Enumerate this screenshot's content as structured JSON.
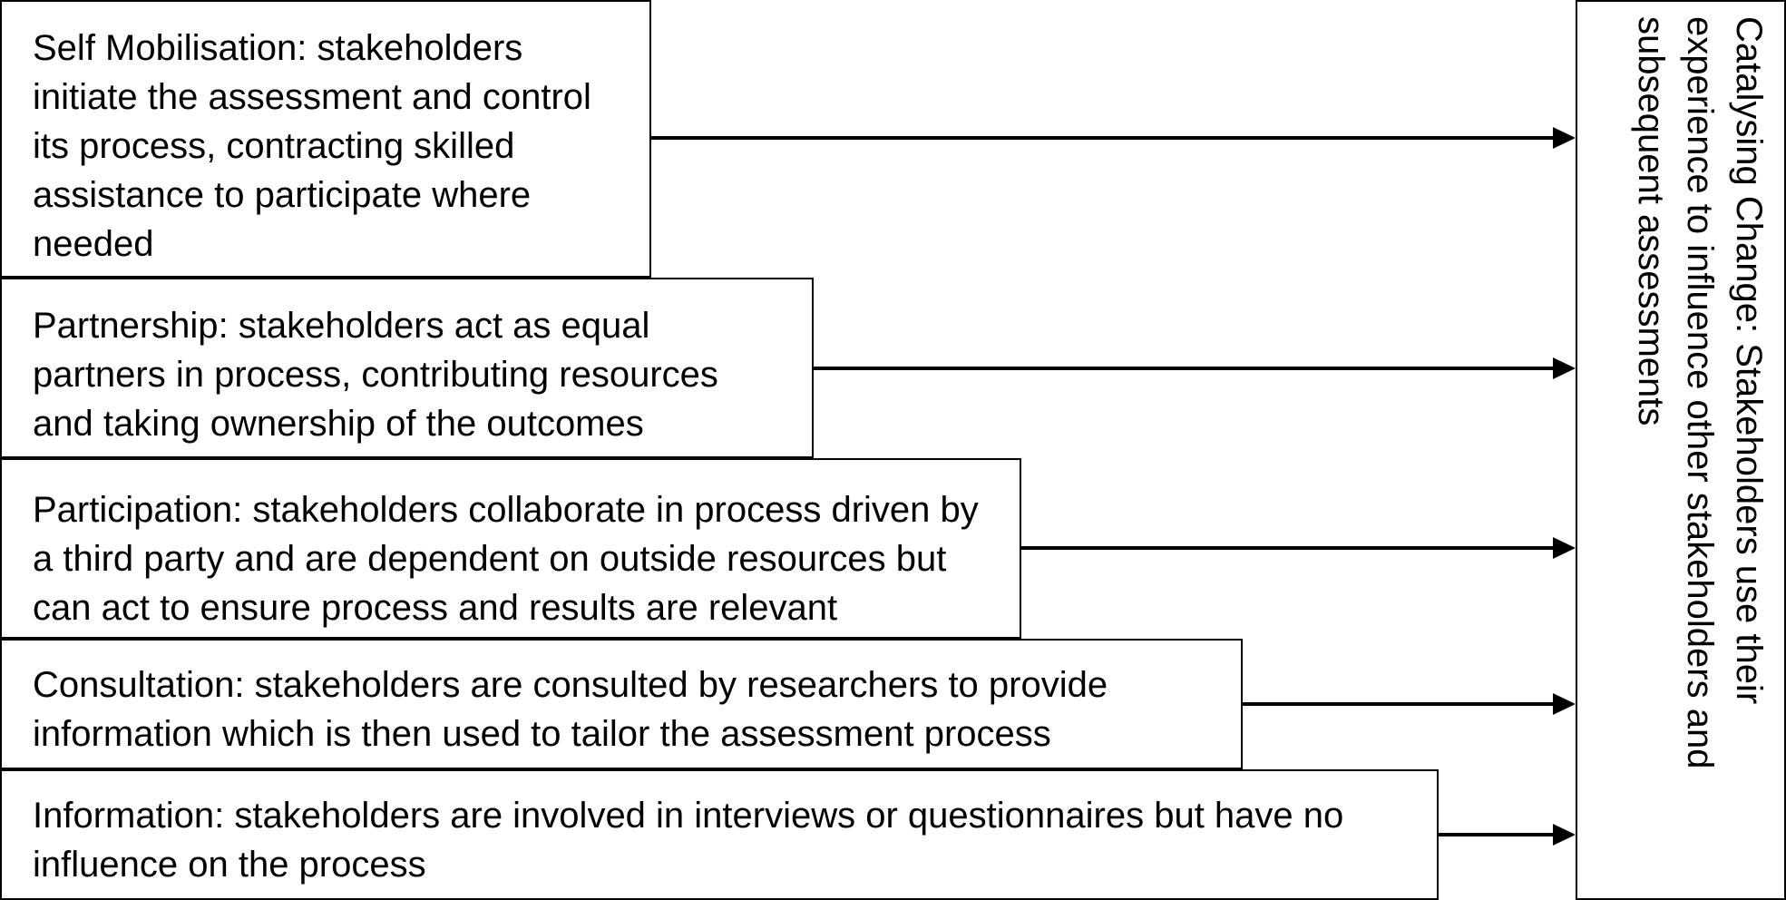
{
  "levels": [
    {
      "title": "Self Mobilisation",
      "text": ": stakeholders initiate the assessment and control its process, contracting skilled assistance to participate where needed"
    },
    {
      "title": "Partnership",
      "text": ": stakeholders act as equal partners in process, contributing resources and taking ownership of the outcomes"
    },
    {
      "title": "Participation",
      "text": ": stakeholders collaborate in process driven by a third party and are dependent on outside resources but can act to ensure process and results are relevant"
    },
    {
      "title": "Consultation",
      "text": ": stakeholders are consulted by researchers to provide information which is then used to tailor the assessment process"
    },
    {
      "title": "Information",
      "text": ": stakeholders are involved in interviews or questionnaires but have no influence on the process"
    }
  ],
  "outcome": {
    "text": "Catalysing Change: Stakeholders use their experience to influence other stakeholders and subsequent assessments"
  },
  "colors": {
    "line": "#000000",
    "background": "#ffffff"
  }
}
